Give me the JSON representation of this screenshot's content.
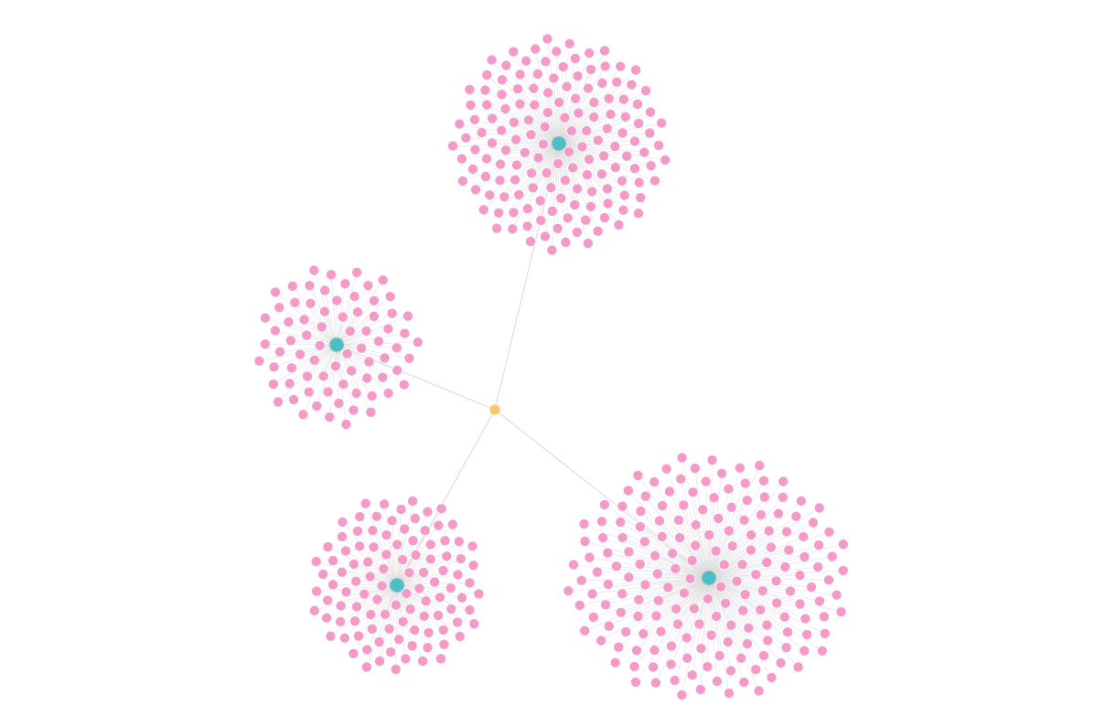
{
  "graph": {
    "root": {
      "id": "root",
      "color": "#f7c96b"
    },
    "hub_color": "#4dbec6",
    "leaf_color": "#f39ac8",
    "edge_color": "#d6d6d6",
    "clusters": [
      {
        "id": "cluster-top",
        "leaf_count": 150
      },
      {
        "id": "cluster-left",
        "leaf_count": 75
      },
      {
        "id": "cluster-bottom-left",
        "leaf_count": 105
      },
      {
        "id": "cluster-bottom-right",
        "leaf_count": 180
      }
    ]
  }
}
